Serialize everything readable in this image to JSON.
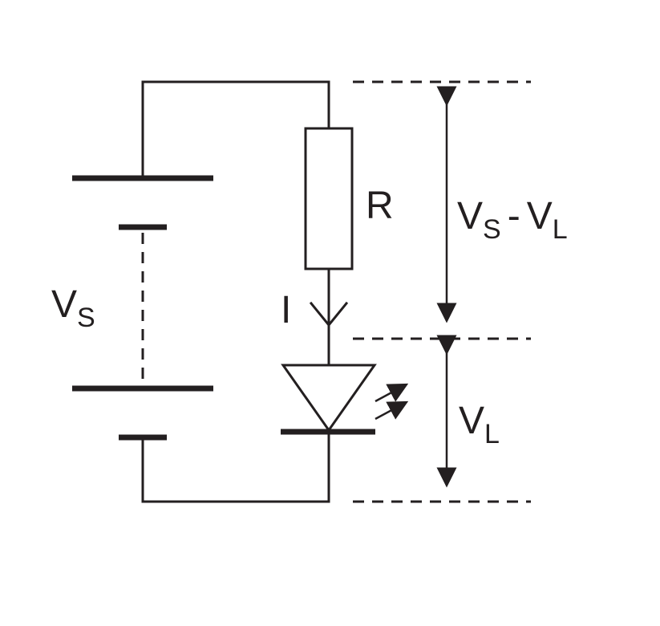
{
  "labels": {
    "source": {
      "main": "V",
      "sub": "S"
    },
    "resistor": "R",
    "current": "I",
    "drop": {
      "a_main": "V",
      "a_sub": "S",
      "minus": "-",
      "b_main": "V",
      "b_sub": "L"
    },
    "led": {
      "main": "V",
      "sub": "L"
    }
  },
  "colors": {
    "ink": "#231f20",
    "background": "#ffffff"
  }
}
